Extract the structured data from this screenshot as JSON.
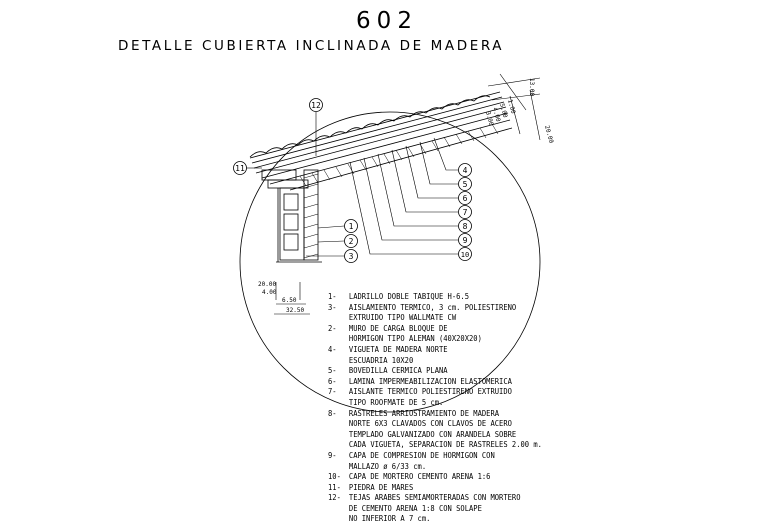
{
  "drawing": {
    "number": "602",
    "title": "DETALLE CUBIERTA INCLINADA DE MADERA"
  },
  "dimensions": {
    "top_a": "13.00",
    "slope_a": "1.00",
    "slope_b": "5.00",
    "slope_c": "4.00",
    "slope_d": "3.00",
    "right": "20.00",
    "left_a": "20.00",
    "left_b": "4.00",
    "bottom_a": "6.50",
    "bottom_b": "32.50"
  },
  "callouts": [
    "12",
    "11",
    "4",
    "5",
    "6",
    "7",
    "8",
    "9",
    "10",
    "1",
    "2",
    "3"
  ],
  "legend": [
    {
      "num": "1-",
      "lines": [
        "LADRILLO DOBLE TABIQUE H-6.5"
      ]
    },
    {
      "num": "3-",
      "lines": [
        "AISLAMIENTO TERMICO, 3 cm. POLIESTIRENO",
        "EXTRUIDO TIPO WALLMATE CW"
      ]
    },
    {
      "num": "2-",
      "lines": [
        "MURO DE CARGA BLOQUE DE",
        "HORMIGON TIPO ALEMAN (40X20X20)"
      ]
    },
    {
      "num": "4-",
      "lines": [
        "VIGUETA DE MADERA NORTE",
        "ESCUADRIA 10X20"
      ]
    },
    {
      "num": "5-",
      "lines": [
        "BOVEDILLA CERMICA PLANA"
      ]
    },
    {
      "num": "6-",
      "lines": [
        "LAMINA IMPERMEABILIZACION ELASTOMERICA"
      ]
    },
    {
      "num": "7-",
      "lines": [
        "AISLANTE TERMICO POLIESTIRENO EXTRUIDO",
        "TIPO ROOFMATE DE 5 cm."
      ]
    },
    {
      "num": "8-",
      "lines": [
        "RASTRELES ARRIOSTRAMIENTO DE MADERA",
        "NORTE 6X3 CLAVADOS CON CLAVOS DE ACERO",
        "TEMPLADO GALVANIZADO CON ARANDELA SOBRE",
        "CADA VIGUETA, SEPARACION DE RASTRELES 2.00 m."
      ]
    },
    {
      "num": "9-",
      "lines": [
        "CAPA DE COMPRESION DE HORMIGON CON",
        "MALLAZO ø 6/33 cm."
      ]
    },
    {
      "num": "10-",
      "lines": [
        "CAPA DE MORTERO CEMENTO ARENA 1:6"
      ]
    },
    {
      "num": "11-",
      "lines": [
        "PIEDRA DE MARES"
      ]
    },
    {
      "num": "12-",
      "lines": [
        "TEJAS ARABES SEMIAMORTERADAS CON MORTERO",
        "DE CEMENTO ARENA 1:8 CON SOLAPE",
        "NO INFERIOR A 7 cm."
      ]
    }
  ]
}
